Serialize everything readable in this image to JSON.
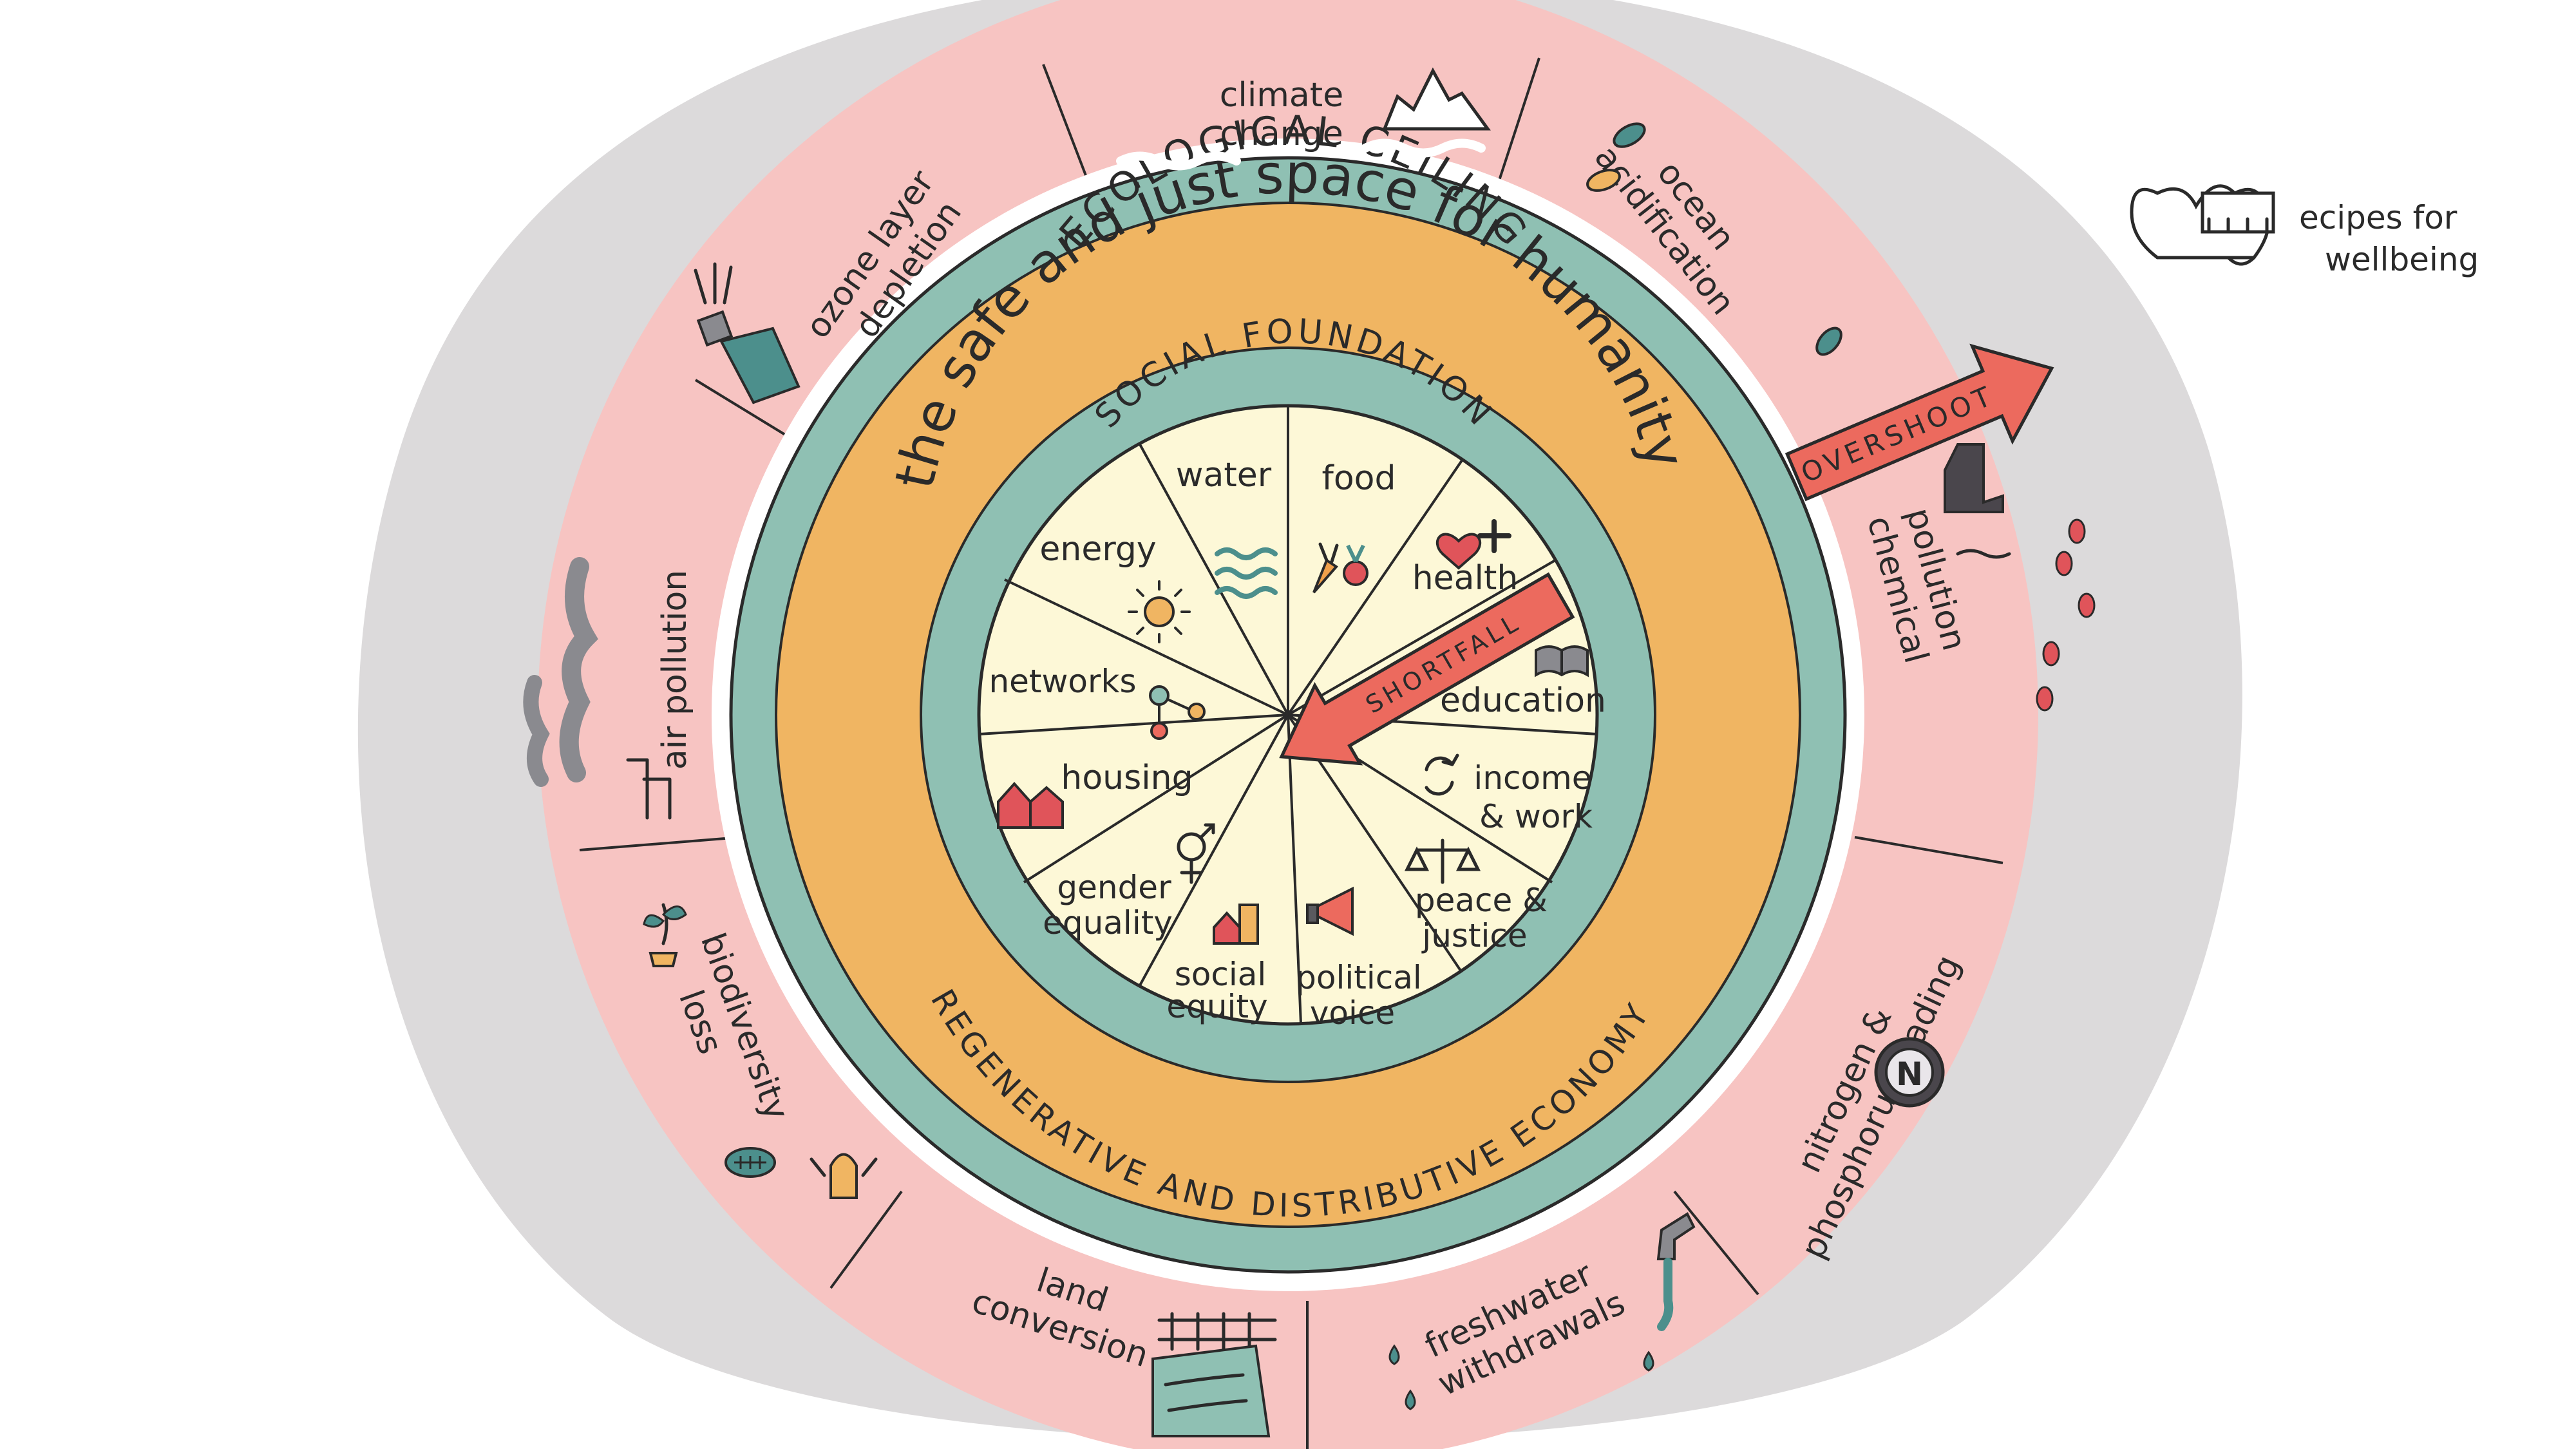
{
  "brand": {
    "text_line1": "ecipes for",
    "text_line2": "wellbeing"
  },
  "rings": {
    "outer_label": "ECOLOGICAL CEILING",
    "middle_label": "the safe and just space for humanity",
    "inner_label": "SOCIAL FOUNDATION",
    "bottom_label": "REGENERATIVE AND DISTRIBUTIVE ECONOMY"
  },
  "arrows": {
    "overshoot": "OVERSHOOT",
    "shortfall": "SHORTFALL"
  },
  "ecological": {
    "climate_1": "climate",
    "climate_2": "change",
    "ocean_1": "ocean",
    "ocean_2": "acidification",
    "chemical_1": "chemical",
    "chemical_2": "pollution",
    "nitrogen_1": "nitrogen &",
    "nitrogen_2": "phosphorus loading",
    "freshwater_1": "freshwater",
    "freshwater_2": "withdrawals",
    "land_1": "land",
    "land_2": "conversion",
    "biodiversity_1": "biodiversity",
    "biodiversity_2": "loss",
    "air": "air pollution",
    "ozone_1": "ozone layer",
    "ozone_2": "depletion"
  },
  "social": {
    "water": "water",
    "food": "food",
    "health": "health",
    "education": "education",
    "income_1": "income",
    "income_2": "& work",
    "peace_1": "peace &",
    "peace_2": "justice",
    "political_1": "political",
    "political_2": "voice",
    "social_1": "social",
    "social_2": "equity",
    "gender_1": "gender",
    "gender_2": "equality",
    "housing": "housing",
    "networks": "networks",
    "energy": "energy"
  },
  "colors": {
    "outer_gray": "#dcdadb",
    "ceiling_pink": "#f7c4c2",
    "teal": "#8fc0b3",
    "orange": "#f0b562",
    "cream": "#fdf8d7",
    "arrow_red": "#ec6a5e",
    "ink": "#2a2a2a"
  }
}
